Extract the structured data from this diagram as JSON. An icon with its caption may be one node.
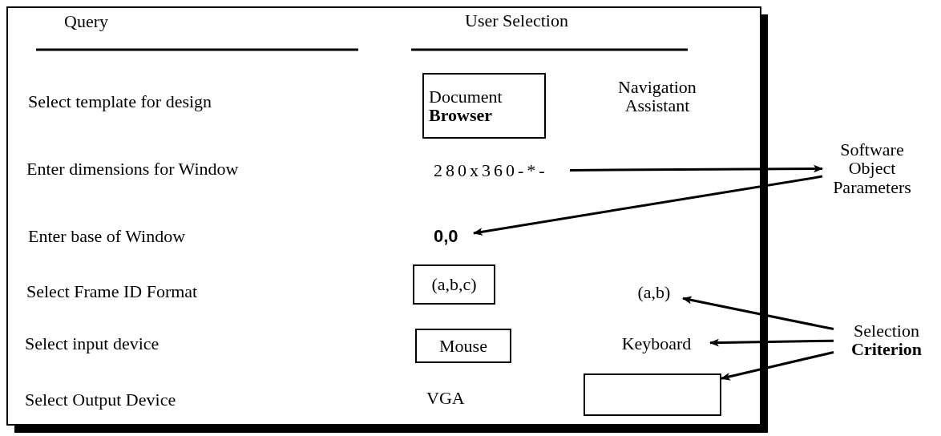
{
  "diagram": {
    "nodes": [
      {
        "text": [
          "Document **Browser**"
        ]
      },
      {
        "text": [
          "Software Object Parameters"
        ]
      },
      {
        "text": [
          "280x360-*-"
        ]
      },
      {
        "text": [
          "0,0"
        ]
      },
      {
        "text": [
          "(a,b,c)"
        ]
      },
      {
        "text": [
          "(a,b)"
        ]
      },
      {
        "text": [
          "Mouse"
        ]
      },
      {
        "text": [
          "Keyboard"
        ]
      },
      {
        "text": [
          "Selection **Criterion**"
        ]
      },
      {
        "text": [],
        "shape": "box"
      }
    ],
    "edges": [
      {
        "from": 2,
        "to": 1,
        "arrow": "to"
      },
      {
        "from": 1,
        "to": 3,
        "arrow": "to"
      },
      {
        "from": 8,
        "to": 5,
        "arrow": "to"
      },
      {
        "from": 8,
        "to": 7,
        "arrow": "to"
      },
      {
        "from": 8,
        "to": 9,
        "arrow": "to"
      }
    ],
    "labels": [
      "Query",
      "User Selection",
      "Select template for design",
      "Navigation Assistant",
      "Enter dimensions for Window",
      "Enter base of Window",
      "Select Frame ID Format",
      "Select input device",
      "Select Output Device",
      "VGA"
    ]
  }
}
